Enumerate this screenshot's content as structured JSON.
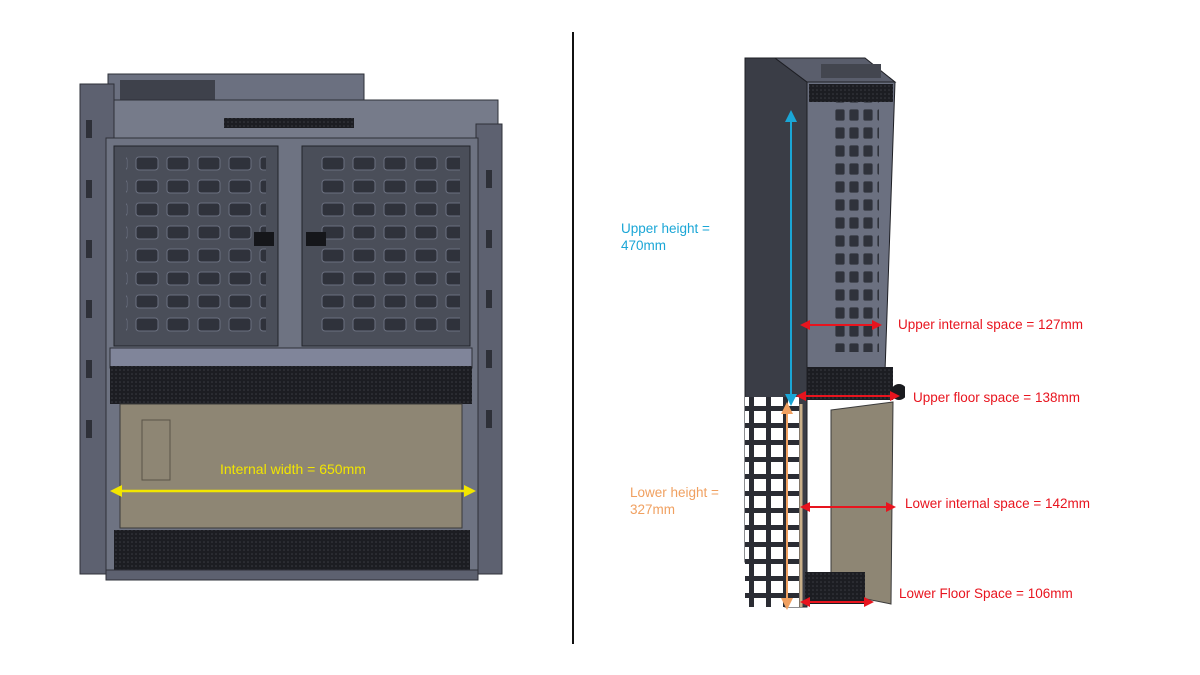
{
  "colors": {
    "internal_width": "#f2e600",
    "upper_height": "#1aa6d6",
    "lower_height": "#f0a060",
    "internal_space": "#e8141e",
    "frame": "#5a5e6c",
    "panel": "#474b57",
    "mesh": "#1e1f24",
    "glass": "#8e8674"
  },
  "labels": {
    "internal_width": "Internal width = 650mm",
    "upper_height": "Upper height =\n470mm",
    "lower_height": "Lower height =\n327mm",
    "upper_internal_space": "Upper internal space = 127mm",
    "upper_floor_space": "Upper floor space = 138mm",
    "lower_internal_space": "Lower internal space = 142mm",
    "lower_floor_space": "Lower Floor Space = 106mm"
  },
  "icons": {
    "front_view": "cabinet-front-view-icon",
    "side_view": "cabinet-side-view-icon"
  }
}
